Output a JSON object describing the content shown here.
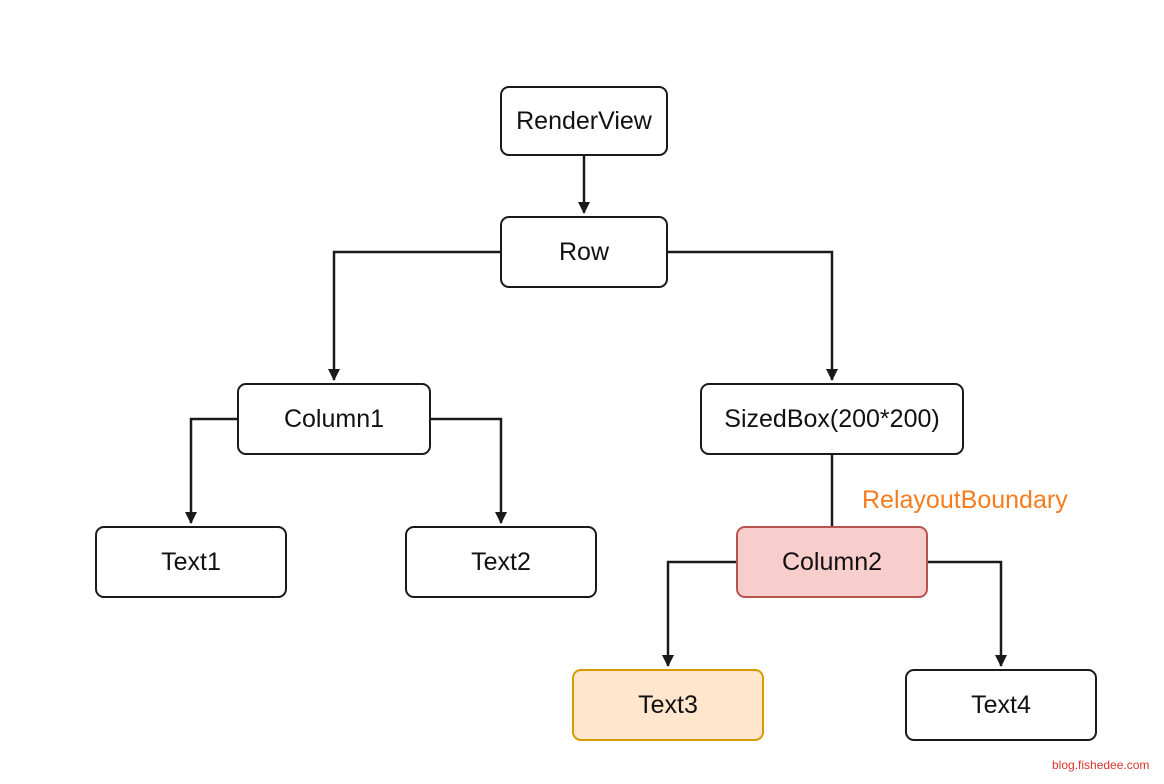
{
  "nodes": {
    "renderview": "RenderView",
    "row": "Row",
    "column1": "Column1",
    "sizedbox": "SizedBox(200*200)",
    "text1": "Text1",
    "text2": "Text2",
    "column2": "Column2",
    "text3": "Text3",
    "text4": "Text4"
  },
  "annotation": {
    "relayout_boundary": "RelayoutBoundary"
  },
  "watermark": "blog.fishedee.com",
  "colors": {
    "stroke": "#1a1a1a",
    "boundary_fill": "#f8cecc",
    "boundary_border": "#b85450",
    "dirty_fill": "#ffe6cc",
    "dirty_border": "#d79b00",
    "annotation_text": "#f57c1f",
    "watermark_text": "#d9342b"
  },
  "edges": [
    {
      "from": "renderview",
      "to": "row",
      "arrow": true
    },
    {
      "from": "row",
      "to": "column1",
      "arrow": true
    },
    {
      "from": "row",
      "to": "sizedbox",
      "arrow": true
    },
    {
      "from": "column1",
      "to": "text1",
      "arrow": true
    },
    {
      "from": "column1",
      "to": "text2",
      "arrow": true
    },
    {
      "from": "sizedbox",
      "to": "column2",
      "arrow": false
    },
    {
      "from": "column2",
      "to": "text3",
      "arrow": true
    },
    {
      "from": "column2",
      "to": "text4",
      "arrow": true
    }
  ]
}
